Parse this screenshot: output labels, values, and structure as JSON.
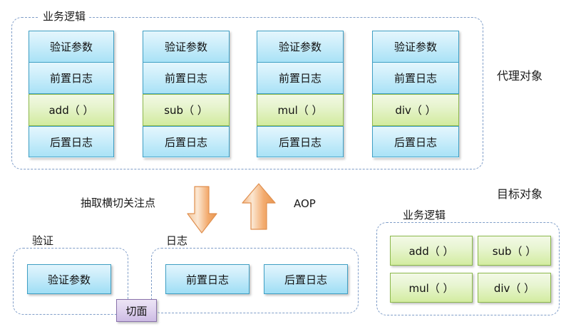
{
  "diagram": {
    "title_proxy_object": "代理对象",
    "title_target_object": "目标对象",
    "aop_label": "AOP",
    "extract_label": "抽取横切关注点",
    "aspect_badge": "切面",
    "group_business_logic": "业务逻辑",
    "group_validation": "验证",
    "group_logging": "日志"
  },
  "proxy": {
    "group_label": "业务逻辑",
    "side_label": "代理对象",
    "columns": [
      {
        "validate": "验证参数",
        "before": "前置日志",
        "method": "add（ ）",
        "after": "后置日志"
      },
      {
        "validate": "验证参数",
        "before": "前置日志",
        "method": "sub（ ）",
        "after": "后置日志"
      },
      {
        "validate": "验证参数",
        "before": "前置日志",
        "method": "mul（ ）",
        "after": "后置日志"
      },
      {
        "validate": "验证参数",
        "before": "前置日志",
        "method": "div（ ）",
        "after": "后置日志"
      }
    ]
  },
  "aspects": {
    "validation": {
      "group_label": "验证",
      "items": [
        "验证参数"
      ]
    },
    "logging": {
      "group_label": "日志",
      "items": [
        "前置日志",
        "后置日志"
      ]
    },
    "badge": "切面"
  },
  "target": {
    "side_label": "目标对象",
    "group_label": "业务逻辑",
    "methods": [
      "add（ ）",
      "sub（ ）",
      "mul（ ）",
      "div（ ）"
    ]
  },
  "arrows": {
    "down": {
      "name": "extract-arrow-down",
      "direction": "down"
    },
    "up": {
      "name": "aop-arrow-up",
      "direction": "up"
    }
  },
  "colors": {
    "blue_border": "#3f9fc4",
    "blue_fill": "#a9e2f6",
    "green_border": "#8cb84c",
    "green_fill": "#d2eb9e",
    "dashed_border": "#7f9dc8",
    "arrow_orange": "#f0a863",
    "badge_purple": "#cdbbe4"
  }
}
